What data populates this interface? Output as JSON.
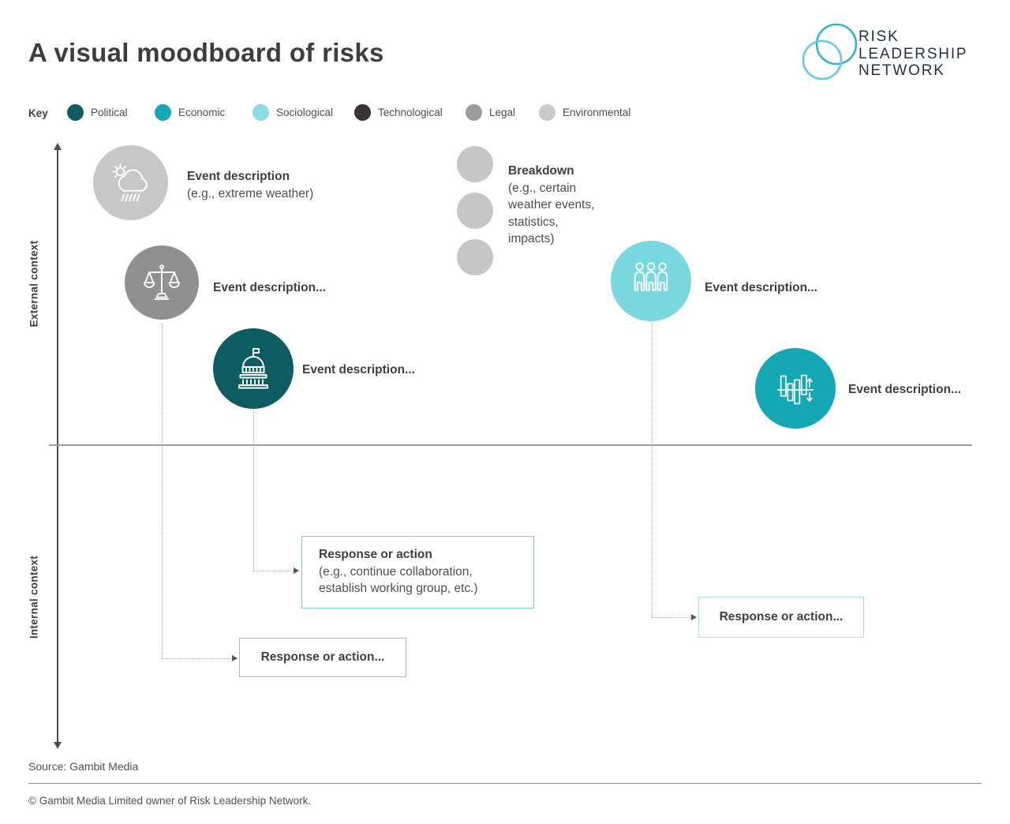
{
  "title": "A visual moodboard of risks",
  "logo": {
    "line1": "RISK",
    "line2": "LEADERSHIP",
    "line3": "NETWORK"
  },
  "key": {
    "label": "Key",
    "items": [
      {
        "label": "Political",
        "color": "#0d5c61"
      },
      {
        "label": "Economic",
        "color": "#14a8b4"
      },
      {
        "label": "Sociological",
        "color": "#8adde4"
      },
      {
        "label": "Technological",
        "color": "#3a3336"
      },
      {
        "label": "Legal",
        "color": "#9b9b9b"
      },
      {
        "label": "Environmental",
        "color": "#c9c9c9"
      }
    ]
  },
  "axis": {
    "external_label": "External context",
    "internal_label": "Internal context"
  },
  "events": [
    {
      "category": "Environmental",
      "icon": "storm-icon",
      "color": "#c7c7c7",
      "title": "Event description",
      "subtitle": "(e.g., extreme weather)"
    },
    {
      "category": "Legal",
      "icon": "scales-icon",
      "color": "#909090",
      "title": "Event description..."
    },
    {
      "category": "Political",
      "icon": "government-icon",
      "color": "#0d5c61",
      "title": "Event description..."
    },
    {
      "category": "Sociological",
      "icon": "people-icon",
      "color": "#79d7e0",
      "title": "Event description..."
    },
    {
      "category": "Economic",
      "icon": "market-chart-icon",
      "color": "#14a8b4",
      "title": "Event description..."
    }
  ],
  "breakdown": {
    "bubble_color": "#c6c6c6",
    "title": "Breakdown",
    "line1": "(e.g., certain",
    "line2": "weather events,",
    "line3": "statistics,",
    "line4": "impacts)"
  },
  "responses": [
    {
      "title": "Response or action",
      "line1": "(e.g., continue collaboration,",
      "line2": "establish working group, etc.)",
      "border_color": "#82cbd4"
    },
    {
      "title": "Response or action...",
      "border_color": "#b5b5b5"
    },
    {
      "title": "Response or action...",
      "border_color": "#a8e0e7"
    }
  ],
  "footer": {
    "source": "Source: Gambit Media",
    "copyright": "© Gambit Media Limited owner of Risk Leadership Network."
  }
}
